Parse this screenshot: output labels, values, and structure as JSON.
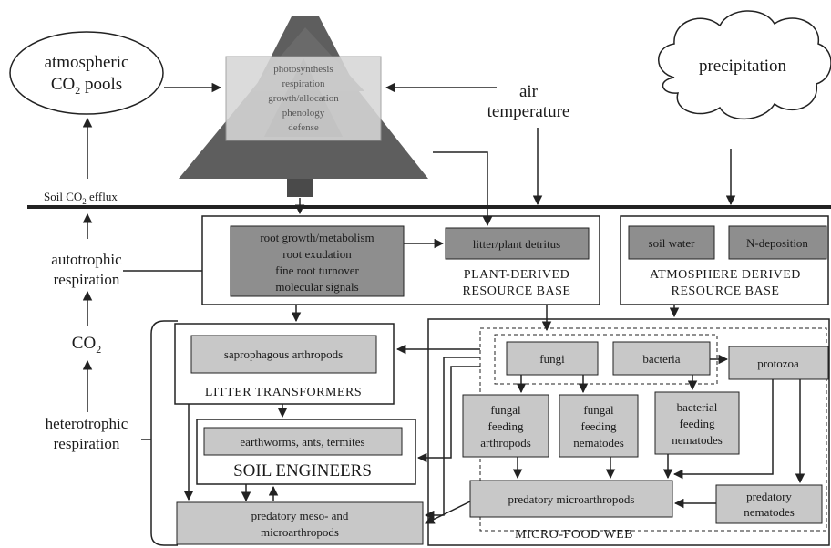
{
  "atmospheric_co2": [
    "atmospheric",
    "CO",
    "2",
    " pools"
  ],
  "tree_processes": [
    "photosynthesis",
    "respiration",
    "growth/allocation",
    "phenology",
    "defense"
  ],
  "air_temperature": [
    "air",
    "temperature"
  ],
  "precipitation": "precipitation",
  "soil_efflux": [
    "Soil CO",
    "2",
    " efflux"
  ],
  "autotrophic": [
    "autotrophic",
    "respiration"
  ],
  "co2": [
    "CO",
    "2"
  ],
  "heterotrophic": [
    "heterotrophic",
    "respiration"
  ],
  "root_box": [
    "root growth/metabolism",
    "root exudation",
    "fine root turnover",
    "molecular signals"
  ],
  "litter_detritus": "litter/plant detritus",
  "plant_derived": [
    "PLANT-DERIVED",
    "RESOURCE BASE"
  ],
  "soil_water": "soil water",
  "n_deposition": "N-deposition",
  "atmosphere_derived": [
    "ATMOSPHERE DERIVED",
    "RESOURCE BASE"
  ],
  "saprophagous": "saprophagous arthropods",
  "litter_transformers": "LITTER TRANSFORMERS",
  "earthworms": "earthworms, ants, termites",
  "soil_engineers": "SOIL ENGINEERS",
  "predatory_meso": [
    "predatory meso- and",
    "microarthropods"
  ],
  "fungi": "fungi",
  "bacteria": "bacteria",
  "protozoa": "protozoa",
  "fungal_arthropods": [
    "fungal",
    "feeding",
    "arthropods"
  ],
  "fungal_nematodes": [
    "fungal",
    "feeding",
    "nematodes"
  ],
  "bacterial_nematodes": [
    "bacterial",
    "feeding",
    "nematodes"
  ],
  "predatory_micro": "predatory microarthropods",
  "predatory_nematodes": [
    "predatory",
    "nematodes"
  ],
  "micro_food_web": "MICRO-FOOD WEB",
  "colors": {
    "box_fill": "#c8c8c8",
    "dark_fill": "#8e8e8e",
    "tree": "#5e5e5e",
    "line": "#222222"
  }
}
